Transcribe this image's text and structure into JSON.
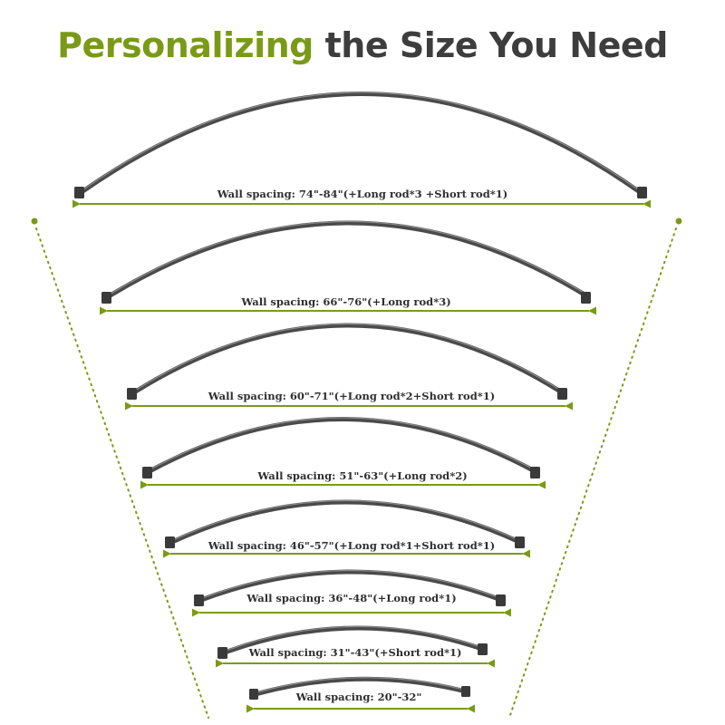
{
  "title": {
    "accent": "Personalizing",
    "rest": " the Size You Need"
  },
  "colors": {
    "accent": "#7a9a17",
    "rod": "#4a4a4a",
    "rod_highlight": "#8a8a8a",
    "text": "#2f2f2f"
  },
  "sizes": [
    {
      "label": "Wall spacing: 74\"-84\"(+Long rod*3 +Short rod*1)"
    },
    {
      "label": "Wall spacing: 66\"-76\"(+Long rod*3)"
    },
    {
      "label": "Wall spacing: 60\"-71\"(+Long rod*2+Short rod*1)"
    },
    {
      "label": "Wall spacing: 51\"-63\"(+Long rod*2)"
    },
    {
      "label": "Wall spacing: 46\"-57\"(+Long rod*1+Short rod*1)"
    },
    {
      "label": "Wall spacing: 36\"-48\"(+Long rod*1)"
    },
    {
      "label": "Wall spacing: 31\"-43\"(+Short rod*1)"
    },
    {
      "label": "Wall spacing: 20\"-32\""
    }
  ]
}
